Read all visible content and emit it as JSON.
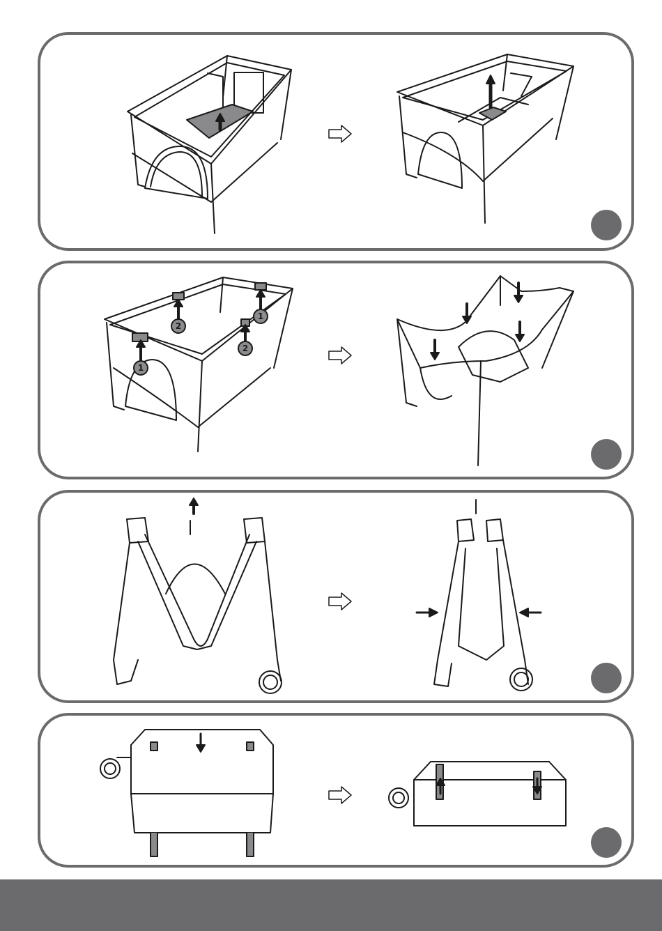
{
  "colors": {
    "frame": "#6b6b6d",
    "line": "#1a1a1a",
    "fill_grey": "#8a8a8c",
    "circle_grey": "#8c8c8e"
  },
  "panels": [
    {
      "step_dot_icon": "step-circle-icon"
    },
    {
      "step_dot_icon": "step-circle-icon",
      "callouts": [
        "1",
        "2",
        "2",
        "1"
      ]
    },
    {
      "step_dot_icon": "step-circle-icon"
    },
    {
      "step_dot_icon": "step-circle-icon"
    }
  ]
}
